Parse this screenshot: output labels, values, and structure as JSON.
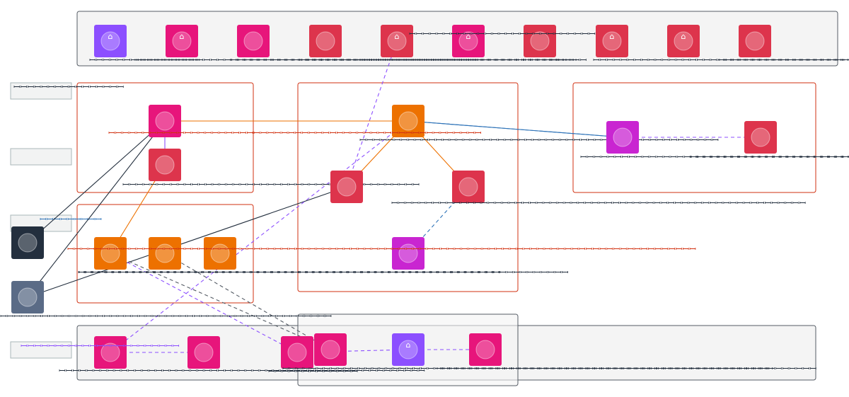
{
  "colors": {
    "group_border_red": "#d13212",
    "group_border_gray": "#545b64",
    "group_fill_gray": "#f4f4f4",
    "edge_orange": "#ed7100",
    "edge_blue": "#2e73b8",
    "edge_purple": "#8c4fff",
    "edge_dark": "#232f3e",
    "edge_gray": "#545b64",
    "node_pink": "#e7157b",
    "node_red": "#dd344c",
    "node_purple": "#8c4fff",
    "node_orange": "#ed7100",
    "node_magenta": "#c925d1",
    "node_slate": "#232f3e",
    "node_steel": "#5a6b86"
  },
  "groups": [
    {
      "id": "g-top",
      "label": "ꟷꟷꟷꟷꟷꟷꟷꟷꟷꟷꟷꟷꟷꟷꟷꟷꟷꟷꟷꟷꟷꟷꟷꟷꟷꟷꟷ",
      "style": "gray"
    },
    {
      "id": "g-left1",
      "label": "ꟷꟷꟷꟷꟷꟷꟷꟷꟷꟷꟷꟷꟷꟷꟷꟷꟷꟷꟷꟷꟷꟷꟷꟷꟷꟷꟷꟷꟷꟷꟷꟷꟷꟷꟷꟷꟷꟷꟷꟷꟷꟷꟷꟷ",
      "style": "red"
    },
    {
      "id": "g-left2",
      "label": "ꟷꟷꟷꟷꟷꟷꟷꟷꟷꟷꟷꟷꟷꟷꟷꟷꟷꟷꟷꟷꟷꟷꟷꟷꟷꟷꟷꟷꟷꟷꟷꟷꟷꟷꟷꟷꟷꟷꟷꟷꟷꟷꟷꟷꟷꟷꟷꟷꟷꟷꟷꟷꟷꟷꟷꟷꟷꟷꟷꟷꟷ",
      "style": "red"
    },
    {
      "id": "g-mid",
      "label": "",
      "style": "red"
    },
    {
      "id": "g-right",
      "label": "",
      "style": "red"
    },
    {
      "id": "g-bottom",
      "label": "ꟷꟷꟷꟷꟷꟷꟷꟷꟷꟷꟷꟷꟷꟷꟷꟷꟷꟷꟷ",
      "style": "gray"
    },
    {
      "id": "g-bottom-inner",
      "label": "",
      "style": "gray"
    }
  ],
  "side_labels": [
    {
      "id": "s1",
      "text": "ꟷꟷꟷꟷꟷꟷꟷꟷꟷꟷꟷꟷꟷꟷꟷꟷ"
    },
    {
      "id": "s2",
      "text": ""
    },
    {
      "id": "s3",
      "text": "ꟷꟷꟷꟷꟷꟷꟷꟷꟷ"
    },
    {
      "id": "s4",
      "text": ""
    }
  ],
  "nodes": [
    {
      "id": "t1",
      "color": "node_purple",
      "glyph": "⌂",
      "label": "ꟷꟷꟷꟷꟷꟷꟷꟷꟷꟷꟷꟷꟷꟷꟷꟷ"
    },
    {
      "id": "t2",
      "color": "node_pink",
      "glyph": "⌂",
      "label": "ꟷꟷꟷꟷꟷꟷꟷꟷꟷꟷꟷꟷꟷꟷꟷꟷꟷꟷꟷꟷꟷꟷꟷꟷꟷꟷꟷꟷꟷꟷꟷꟷ"
    },
    {
      "id": "t3",
      "color": "node_pink",
      "glyph": "",
      "label": "ꟷꟷꟷꟷꟷꟷꟷꟷꟷꟷꟷꟷꟷꟷꟷꟷꟷꟷꟷꟷꟷꟷꟷꟷꟷꟷꟷꟷꟷꟷꟷꟷꟷꟷꟷꟷ"
    },
    {
      "id": "t4",
      "color": "node_red",
      "glyph": "",
      "label": "ꟷꟷꟷꟷꟷꟷꟷꟷꟷꟷꟷꟷꟷꟷꟷꟷꟷꟷꟷꟷꟷꟷꟷꟷꟷꟷꟷꟷꟷꟷꟷꟷꟷꟷꟷꟷꟷꟷ"
    },
    {
      "id": "t5",
      "color": "node_red",
      "glyph": "⌂",
      "label": "ꟷꟷꟷꟷꟷꟷꟷꟷꟷꟷꟷꟷꟷꟷꟷꟷꟷꟷꟷꟷꟷꟷꟷꟷꟷꟷꟷꟷꟷꟷꟷꟷꟷ"
    },
    {
      "id": "t6",
      "color": "node_pink",
      "glyph": "⌂",
      "label": ""
    },
    {
      "id": "t7",
      "color": "node_red",
      "glyph": "",
      "label": "ꟷꟷꟷꟷ"
    },
    {
      "id": "t8",
      "color": "node_red",
      "glyph": "⌂",
      "label": "ꟷꟷꟷꟷꟷꟷꟷꟷꟷꟷꟷꟷꟷꟷꟷꟷꟷꟷꟷꟷꟷꟷꟷꟷꟷꟷꟷꟷꟷꟷꟷꟷꟷꟷꟷꟷꟷꟷꟷꟷꟷꟷꟷꟷꟷꟷꟷꟷꟷꟷꟷꟷ"
    },
    {
      "id": "t9",
      "color": "node_red",
      "glyph": "⌂",
      "label": ""
    },
    {
      "id": "t10",
      "color": "node_red",
      "glyph": "",
      "label": "ꟷꟷꟷꟷꟷꟷꟷꟷꟷꟷꟷꟷꟷꟷꟷꟷꟷꟷꟷꟷꟷꟷꟷꟷꟷꟷꟷꟷꟷꟷꟷꟷꟷꟷꟷꟷꟷꟷꟷꟷꟷꟷꟷꟷꟷꟷꟷꟷꟷꟷꟷꟷꟷꟷꟷꟷ"
    },
    {
      "id": "a1",
      "color": "node_pink",
      "glyph": "",
      "label": ""
    },
    {
      "id": "a2",
      "color": "node_red",
      "glyph": "",
      "label": "ꟷꟷꟷꟷꟷꟷꟷꟷꟷꟷꟷꟷꟷꟷꟷꟷꟷꟷꟷꟷꟷꟷꟷꟷꟷꟷꟷꟷꟷꟷꟷꟷꟷꟷꟷꟷꟷꟷꟷꟷꟷꟷꟷ"
    },
    {
      "id": "b1",
      "color": "node_orange",
      "glyph": "",
      "label": "ꟷꟷꟷꟷꟷꟷꟷꟷꟷꟷꟷꟷꟷꟷꟷꟷꟷꟷꟷꟷꟷꟷꟷꟷꟷꟷꟷꟷꟷꟷꟷꟷꟷꟷꟷꟷꟷꟷꟷꟷꟷꟷꟷꟷꟷꟷꟷꟷꟷꟷꟷꟷꟷꟷꟷꟷꟷꟷꟷꟷꟷꟷꟷꟷꟷꟷꟷꟷꟷꟷꟷ"
    },
    {
      "id": "b2",
      "color": "node_orange",
      "glyph": "",
      "label": ""
    },
    {
      "id": "b3",
      "color": "node_orange",
      "glyph": "",
      "label": ""
    },
    {
      "id": "m1",
      "color": "node_orange",
      "glyph": "",
      "label": "ꟷꟷꟷꟷꟷꟷꟷꟷꟷꟷꟷꟷꟷꟷꟷꟷꟷꟷꟷꟷꟷꟷꟷꟷꟷꟷꟷꟷꟷꟷꟷꟷꟷꟷꟷꟷꟷꟷꟷꟷꟷꟷꟷꟷꟷꟷꟷꟷꟷꟷꟷꟷ"
    },
    {
      "id": "m2",
      "color": "node_red",
      "glyph": "",
      "label": ""
    },
    {
      "id": "m3",
      "color": "node_red",
      "glyph": "",
      "label": "ꟷꟷꟷꟷꟷꟷꟷꟷꟷꟷꟷꟷꟷꟷꟷꟷꟷꟷꟷꟷꟷꟷꟷꟷꟷꟷꟷꟷꟷꟷꟷꟷꟷꟷꟷꟷꟷꟷꟷꟷꟷꟷꟷꟷꟷꟷꟷꟷꟷꟷꟷꟷꟷꟷꟷꟷꟷꟷꟷꟷ"
    },
    {
      "id": "m4",
      "color": "node_magenta",
      "glyph": "",
      "label": ""
    },
    {
      "id": "r1",
      "color": "node_magenta",
      "glyph": "",
      "label": "ꟷꟷꟷꟷꟷꟷꟷꟷꟷꟷꟷꟷꟷꟷꟷꟷꟷꟷꟷꟷꟷꟷꟷꟷꟷꟷꟷꟷꟷꟷꟷꟷꟷꟷꟷꟷꟷꟷꟷꟷꟷꟷꟷꟷꟷꟷꟷ"
    },
    {
      "id": "r2",
      "color": "node_red",
      "glyph": "",
      "label": "ꟷꟷꟷꟷꟷꟷꟷꟷꟷꟷꟷꟷꟷꟷꟷꟷꟷꟷꟷꟷꟷꟷꟷꟷꟷꟷꟷꟷꟷꟷꟷꟷꟷꟷꟷꟷꟷꟷꟷꟷꟷꟷꟷꟷꟷꟷꟷꟷꟷꟷꟷꟷꟷꟷꟷꟷꟷꟷꟷꟷꟷꟷꟷꟷꟷ"
    },
    {
      "id": "l1",
      "color": "node_slate",
      "glyph": "",
      "label": ""
    },
    {
      "id": "l2",
      "color": "node_steel",
      "glyph": "",
      "label": "ꟷꟷꟷꟷꟷꟷꟷꟷꟷꟷꟷꟷꟷꟷꟷꟷꟷꟷꟷꟷꟷꟷꟷꟷꟷꟷꟷꟷꟷꟷꟷꟷꟷꟷꟷꟷꟷꟷꟷꟷꟷꟷꟷꟷꟷꟷꟷꟷ"
    },
    {
      "id": "n1",
      "color": "node_pink",
      "glyph": "",
      "label": "ꟷꟷꟷꟷꟷꟷꟷꟷꟷꟷꟷꟷꟷꟷꟷꟷꟷꟷꟷꟷꟷꟷꟷꟷꟷꟷꟷꟷꟷꟷꟷꟷꟷꟷꟷꟷꟷꟷꟷꟷꟷꟷꟷꟷꟷꟷꟷꟷꟷꟷꟷꟷꟷ"
    },
    {
      "id": "n2",
      "color": "node_pink",
      "glyph": "",
      "label": ""
    },
    {
      "id": "n3",
      "color": "node_pink",
      "glyph": "",
      "label": "ꟷꟷꟷꟷꟷꟷꟷꟷꟷꟷꟷꟷꟷ"
    },
    {
      "id": "n4",
      "color": "node_pink",
      "glyph": "",
      "label": "ꟷꟷꟷꟷꟷꟷꟷꟷꟷꟷꟷꟷꟷꟷꟷꟷꟷꟷꟷꟷꟷꟷꟷꟷꟷꟷꟷꟷꟷꟷꟷꟷꟷꟷꟷꟷꟷꟷꟷꟷꟷꟷꟷꟷꟷꟷꟷꟷꟷꟷꟷꟷꟷꟷꟷꟷꟷꟷꟷꟷꟷꟷꟷꟷꟷꟷꟷꟷꟷꟷꟷ"
    },
    {
      "id": "n5",
      "color": "node_purple",
      "glyph": "⌂",
      "label": ""
    },
    {
      "id": "n6",
      "color": "node_pink",
      "glyph": "",
      "label": "ꟷꟷꟷꟷꟷꟷꟷꟷꟷꟷꟷꟷꟷꟷꟷꟷꟷꟷꟷꟷꟷꟷꟷꟷꟷꟷꟷꟷꟷꟷꟷꟷꟷꟷꟷꟷꟷꟷꟷꟷꟷꟷꟷꟷꟷꟷꟷꟷꟷꟷꟷꟷꟷꟷꟷ"
    }
  ],
  "edges": [
    {
      "from": "a1",
      "to": "m1",
      "color": "edge_orange",
      "dashed": false,
      "label": ""
    },
    {
      "from": "m1",
      "to": "r1",
      "color": "edge_blue",
      "dashed": false,
      "label": ""
    },
    {
      "from": "r1",
      "to": "m1",
      "color": "edge_blue",
      "dashed": false,
      "label": ""
    },
    {
      "from": "m1",
      "to": "m2",
      "color": "edge_orange",
      "dashed": false,
      "label": ""
    },
    {
      "from": "m1",
      "to": "m3",
      "color": "edge_orange",
      "dashed": false,
      "label": ""
    },
    {
      "from": "a1",
      "to": "a2",
      "color": "edge_purple",
      "dashed": false,
      "label": ""
    },
    {
      "from": "a2",
      "to": "b1",
      "color": "edge_orange",
      "dashed": false,
      "label": ""
    },
    {
      "from": "l1",
      "to": "a1",
      "color": "edge_dark",
      "dashed": false,
      "label": ""
    },
    {
      "from": "l2",
      "to": "a1",
      "color": "edge_dark",
      "dashed": false,
      "label": ""
    },
    {
      "from": "l2",
      "to": "m2",
      "color": "edge_dark",
      "dashed": false,
      "label": ""
    },
    {
      "from": "r1",
      "to": "r2",
      "color": "edge_purple",
      "dashed": true,
      "label": ""
    },
    {
      "from": "m3",
      "to": "m4",
      "color": "edge_blue",
      "dashed": true,
      "label": ""
    },
    {
      "from": "n1",
      "to": "m1",
      "color": "edge_purple",
      "dashed": true,
      "label": ""
    },
    {
      "from": "n1",
      "to": "n2",
      "color": "edge_purple",
      "dashed": true,
      "label": ""
    },
    {
      "from": "n3",
      "to": "n5",
      "color": "edge_purple",
      "dashed": true,
      "label": ""
    },
    {
      "from": "n5",
      "to": "n6",
      "color": "edge_purple",
      "dashed": true,
      "label": ""
    },
    {
      "from": "m2",
      "to": "t5",
      "color": "edge_purple",
      "dashed": true,
      "label": ""
    },
    {
      "from": "b1",
      "to": "n3",
      "color": "edge_purple",
      "dashed": true,
      "label": ""
    },
    {
      "from": "b2",
      "to": "n4",
      "color": "edge_gray",
      "dashed": true,
      "label": ""
    },
    {
      "from": "n4",
      "to": "b1",
      "color": "edge_gray",
      "dashed": true,
      "label": ""
    }
  ],
  "edge_labels": [
    {
      "id": "el1",
      "text": "ꟷꟷꟷꟷꟷꟷꟷꟷꟷꟷꟷꟷꟷꟷꟷꟷꟷꟷꟷꟷꟷꟷꟷꟷꟷꟷꟷꟷꟷꟷꟷꟷꟷꟷꟷꟷꟷꟷꟷꟷꟷꟷꟷꟷꟷꟷꟷꟷꟷꟷꟷꟷꟷꟷ",
      "color": "edge_orange"
    },
    {
      "id": "el2",
      "text": "ꟷꟷꟷꟷꟷꟷꟷꟷꟷꟷꟷꟷꟷꟷꟷꟷꟷꟷꟷꟷꟷꟷꟷꟷꟷꟷꟷꟷꟷꟷꟷꟷꟷꟷꟷꟷꟷꟷꟷꟷꟷꟷꟷꟷꟷꟷꟷꟷꟷꟷꟷꟷꟷꟷꟷꟷꟷꟷꟷꟷꟷꟷꟷꟷꟷꟷꟷꟷꟷꟷꟷꟷꟷꟷꟷꟷꟷꟷꟷꟷꟷꟷꟷꟷꟷꟷꟷꟷꟷꟷꟷ",
      "color": "group_border_red"
    },
    {
      "id": "el3",
      "text": "ꟷꟷꟷꟷꟷꟷꟷꟷꟷꟷꟷꟷꟷꟷꟷꟷꟷꟷꟷꟷꟷꟷꟷ",
      "color": "edge_purple"
    }
  ]
}
